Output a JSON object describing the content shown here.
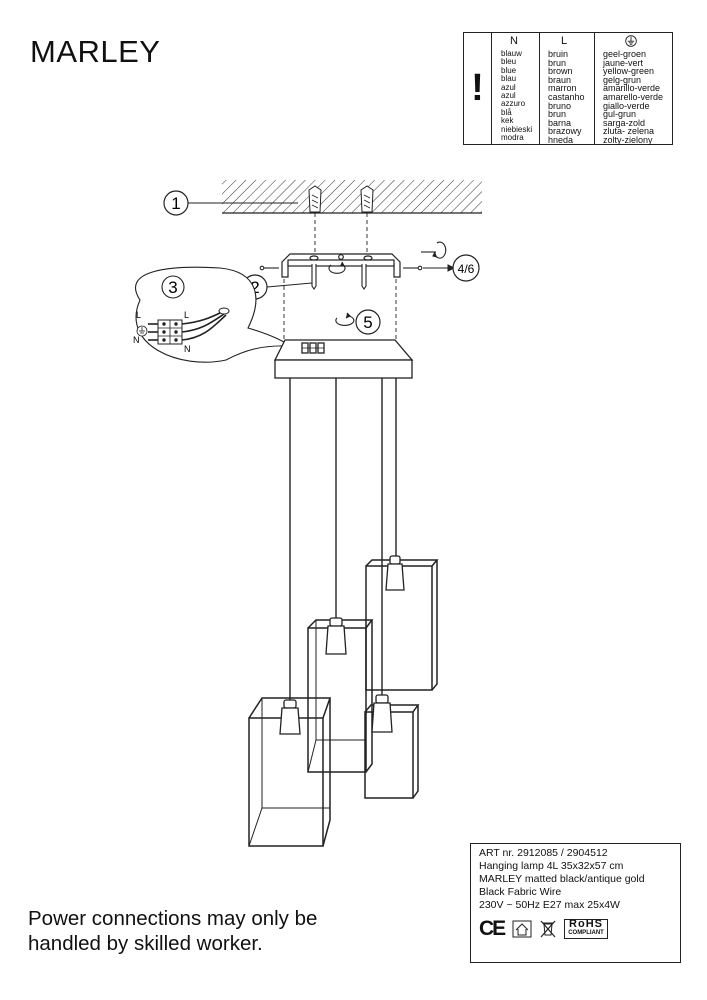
{
  "product_name": "MARLEY",
  "warning_symbol": "!",
  "wire_table": {
    "neutral": {
      "header": "N",
      "names": [
        "blauw",
        "bleu",
        "blue",
        "blau",
        "azul",
        "azul",
        "azzuro",
        "blå",
        "kek",
        "niebieski",
        "modra"
      ]
    },
    "live": {
      "header": "L",
      "names": [
        "bruin",
        "brun",
        "brown",
        "braun",
        "marron",
        "castanho",
        "bruno",
        "brun",
        "barna",
        "brazowy",
        "hneda"
      ]
    },
    "earth": {
      "header_icon": "earth-ground-icon",
      "names": [
        "geel-groen",
        "jaune-vert",
        "yellow-green",
        "gelg-grun",
        "amarillo-verde",
        "amarello-verde",
        "giallo-verde",
        "gul-grun",
        "sarga-zold",
        "zluta- zelena",
        "zolty-zielony"
      ]
    }
  },
  "steps": {
    "s1": "1",
    "s2": "2",
    "s3": "3",
    "s4": "4/6",
    "s5": "5"
  },
  "terminal_labels": {
    "l_left": "L",
    "l_right": "L",
    "n_left": "N",
    "n_right": "N"
  },
  "spec": {
    "lines": [
      "ART nr. 2912085 / 2904512",
      "Hanging lamp 4L 35x32x57 cm",
      "MARLEY matted black/antique gold",
      "Black Fabric Wire",
      "230V ~ 50Hz E27 max 25x4W"
    ],
    "ce_mark": "CE",
    "rohs_line1": "RoHS",
    "rohs_line2": "COMPLIANT"
  },
  "safety_note": [
    "Power connections may only be",
    "handled by skilled worker."
  ]
}
